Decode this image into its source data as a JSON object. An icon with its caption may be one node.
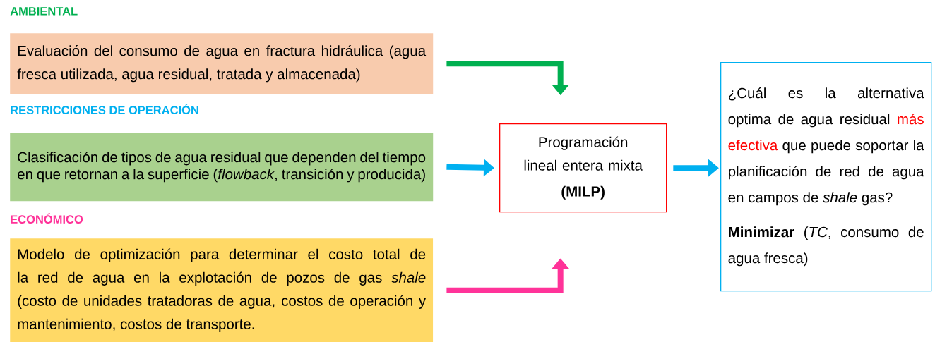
{
  "diagram": {
    "nodes": [
      {
        "text": [
          "AMBIENTAL",
          "Evaluación del consumo de agua en fractura hidráulica (agua fresca utilizada, agua residual, tratada y almacenada)"
        ]
      },
      {
        "text": [
          "RESTRICCIONES DE OPERACIÓN",
          "Clasificación de tipos de agua residual que dependen del tiempo en que retornan a la superficie (*flowback*, transición y producida)"
        ]
      },
      {
        "text": [
          "ECONÓMICO",
          "Modelo de optimización para determinar el costo total de la red de agua en la explotación de pozos de gas *shale* (costo de unidades tratadoras de agua, costos de operación y mantenimiento, costos de transporte."
        ]
      },
      {
        "text": [
          "Programación lineal entera mixta",
          "(MILP)"
        ]
      },
      {
        "text": [
          "¿Cuál es la alternativa optima de agua residual",
          "más efectiva",
          "que puede soportar la planificación de red de agua en campos de *shale* gas?",
          "**Minimizar** (*TC*, consumo de agua fresca)"
        ]
      }
    ],
    "edges": [
      {
        "from": 0,
        "to": 3,
        "arrow": "to",
        "color": "#00b050"
      },
      {
        "from": 1,
        "to": 3,
        "arrow": "to"
      },
      {
        "from": 2,
        "to": 3,
        "arrow": "to",
        "color": "#ff3399"
      },
      {
        "from": 3,
        "to": 4,
        "arrow": "to"
      }
    ]
  }
}
